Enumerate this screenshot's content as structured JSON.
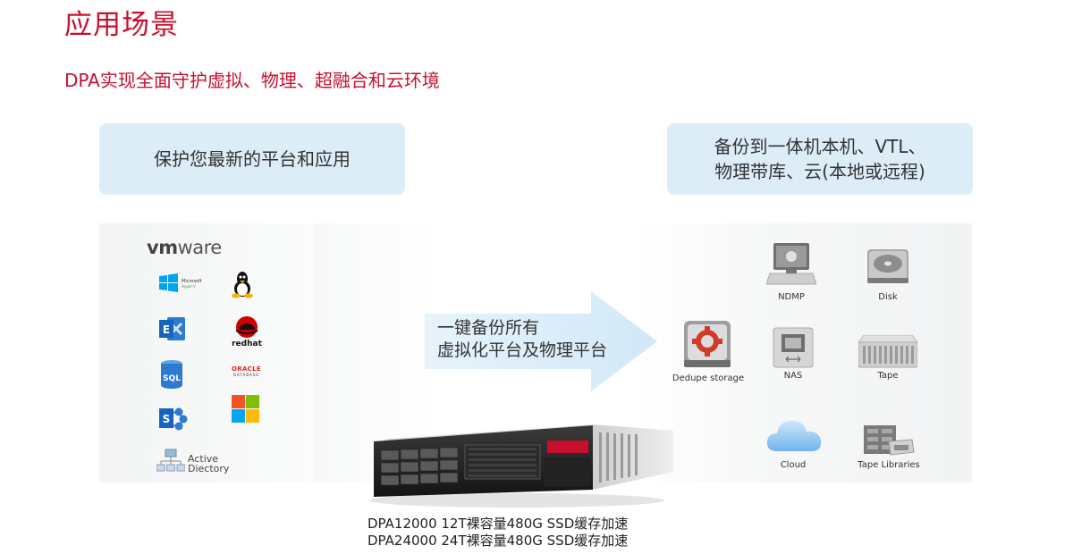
{
  "header": {
    "title": "应用场景",
    "subtitle": "DPA实现全面守护虚拟、物理、超融合和云环境"
  },
  "callouts": {
    "left": "保护您最新的平台和应用",
    "right_line1": "备份到一体机本机、VTL、",
    "right_line2": "物理带库、云(本地或远程)"
  },
  "left_panel": {
    "vmware_logo": "vmware",
    "vmware_bold": "vm",
    "vmware_rest": "ware",
    "microsoft_label": "Microsoft",
    "microsoft_sub": "Hyper-V",
    "redhat_label": "redhat",
    "oracle_label": "ORACLE",
    "oracle_sub": "DATABASE",
    "sql_label": "SQL",
    "exchange_label": "E",
    "sharepoint_label": "S",
    "active_directory_line1": "Active",
    "active_directory_line2": "Diectory",
    "icons": [
      "vmware-icon",
      "windows-hyperv-icon",
      "linux-tux-icon",
      "exchange-icon",
      "redhat-icon",
      "sql-server-icon",
      "oracle-icon",
      "sharepoint-icon",
      "windows-icon",
      "active-directory-icon"
    ]
  },
  "arrow": {
    "line1": "一键备份所有",
    "line2": "虚拟化平台及物理平台",
    "color": "#d6eaf8"
  },
  "right_panel": {
    "targets": [
      {
        "name": "ndmp",
        "label": "NDMP"
      },
      {
        "name": "disk",
        "label": "Disk"
      },
      {
        "name": "dedupe",
        "label": "Dedupe storage"
      },
      {
        "name": "nas",
        "label": "NAS"
      },
      {
        "name": "tape",
        "label": "Tape"
      },
      {
        "name": "cloud",
        "label": "Cloud"
      },
      {
        "name": "tape-libraries",
        "label": "Tape Libraries"
      }
    ]
  },
  "server": {
    "caption_line1": "DPA12000 12T裸容量480G SSD缓存加速",
    "caption_line2": "DPA24000 24T裸容量480G SSD缓存加速"
  },
  "colors": {
    "accent": "#c8102e",
    "callout_bg": "#dcedf8"
  }
}
